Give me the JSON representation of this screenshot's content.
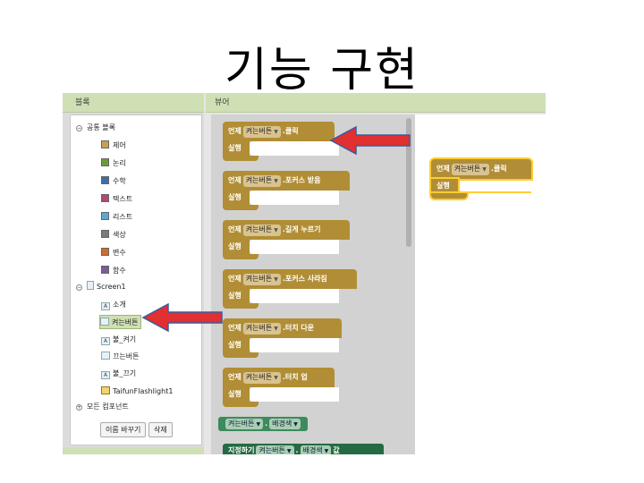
{
  "slide": {
    "title": "기능 구현"
  },
  "panels": {
    "blocks_header": "블록",
    "viewer_header": "뷰어"
  },
  "tree": {
    "builtin_group": "공통 블록",
    "builtin": [
      {
        "label": "제어",
        "color": "#c8a050"
      },
      {
        "label": "논리",
        "color": "#6b9a3e"
      },
      {
        "label": "수학",
        "color": "#3e6ea8"
      },
      {
        "label": "텍스트",
        "color": "#b04a74"
      },
      {
        "label": "리스트",
        "color": "#5ea7d3"
      },
      {
        "label": "색상",
        "color": "#7a7a7a"
      },
      {
        "label": "변수",
        "color": "#cf6d31"
      },
      {
        "label": "함수",
        "color": "#7b5b99"
      }
    ],
    "screen_label": "Screen1",
    "components": [
      {
        "label": "소개",
        "icon": "label-icon"
      },
      {
        "label": "켜는버튼",
        "icon": "button-icon"
      },
      {
        "label": "불_켜기",
        "icon": "label-icon"
      },
      {
        "label": "끄는버튼",
        "icon": "button-icon"
      },
      {
        "label": "불_끄기",
        "icon": "label-icon"
      },
      {
        "label": "TaifunFlashlight1",
        "icon": "flashlight-icon"
      }
    ],
    "all_components": "모든 컴포넌트",
    "rename_button": "이름 바꾸기",
    "delete_button": "삭제"
  },
  "blocks": {
    "when": "언제",
    "do": "실행",
    "component": "켜는버튼",
    "events": [
      ".클릭",
      ".포커스 받음",
      ".길게 누르기",
      ".포커스 사라짐",
      ".터치 다운",
      ".터치 업"
    ],
    "getter_property": "배경색",
    "setter_prefix": "지정하기",
    "setter_to": "값"
  },
  "workspace": {
    "when": "언제",
    "component": "켜는버튼",
    "event": ".클릭",
    "do": "실행"
  },
  "colors": {
    "event_block": "#b18e35",
    "component_block": "#3d8a5c",
    "arrow": "#e03030",
    "header": "#cfe0b4"
  }
}
